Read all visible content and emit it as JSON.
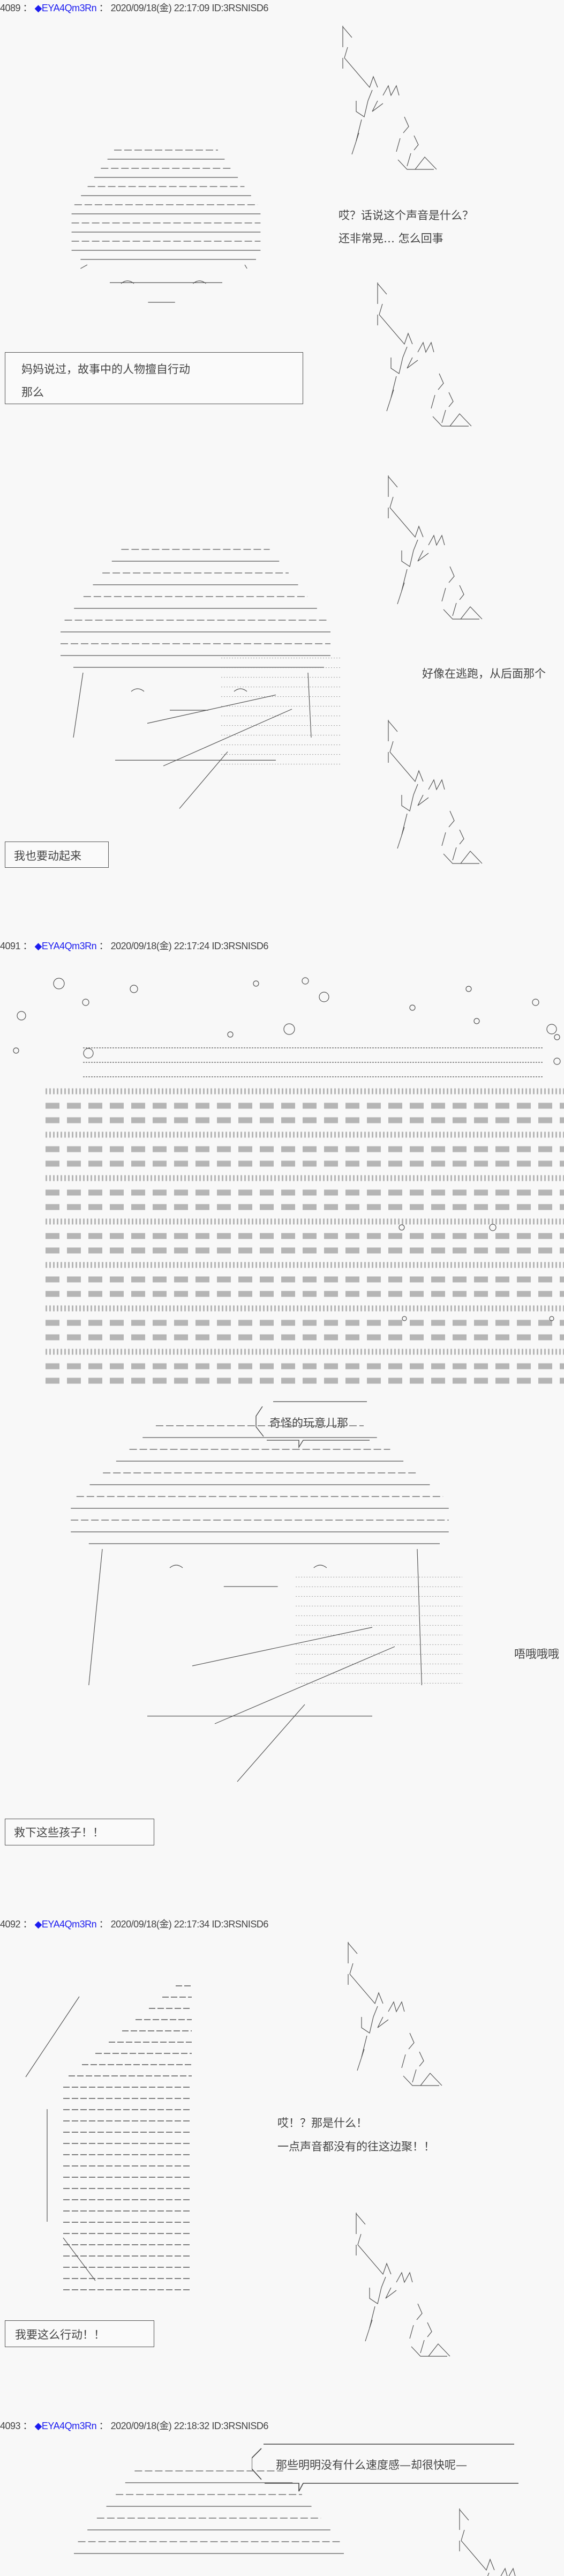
{
  "posts": [
    {
      "number": "4089",
      "trip": "◆EYA4Qm3Rn",
      "date": "2020/09/18(金) 22:17:09",
      "id": "ID:3RSNISD6"
    },
    {
      "number": "4091",
      "trip": "◆EYA4Qm3Rn",
      "date": "2020/09/18(金) 22:17:24",
      "id": "ID:3RSNISD6"
    },
    {
      "number": "4092",
      "trip": "◆EYA4Qm3Rn",
      "date": "2020/09/18(金) 22:17:34",
      "id": "ID:3RSNISD6"
    },
    {
      "number": "4093",
      "trip": "◆EYA4Qm3Rn",
      "date": "2020/09/18(金) 22:18:32",
      "id": "ID:3RSNISD6"
    }
  ],
  "post4089": {
    "line1": "哎？话说这个声音是什么？",
    "line2": "还非常晃… 怎么回事",
    "box_line1": "妈妈说过，故事中的人物擅自行动",
    "box_line2": "那么",
    "side_line": "好像在逃跑，从后面那个",
    "box2": "我也要动起来"
  },
  "post4091": {
    "bubble": "奇怪的玩意儿那",
    "side_line": "唔哦哦哦",
    "box": "救下这些孩子！！"
  },
  "post4092": {
    "line1": "哎！？那是什么！",
    "line2": "一点声音都没有的往这边聚！！",
    "box": "我要这么行动！！"
  },
  "post4093": {
    "bubble": "那些明明没有什么速度感—却很快呢—"
  },
  "colors": {
    "trip": "#1c1cf0",
    "text": "#444444",
    "background": "#f8f8f8"
  }
}
